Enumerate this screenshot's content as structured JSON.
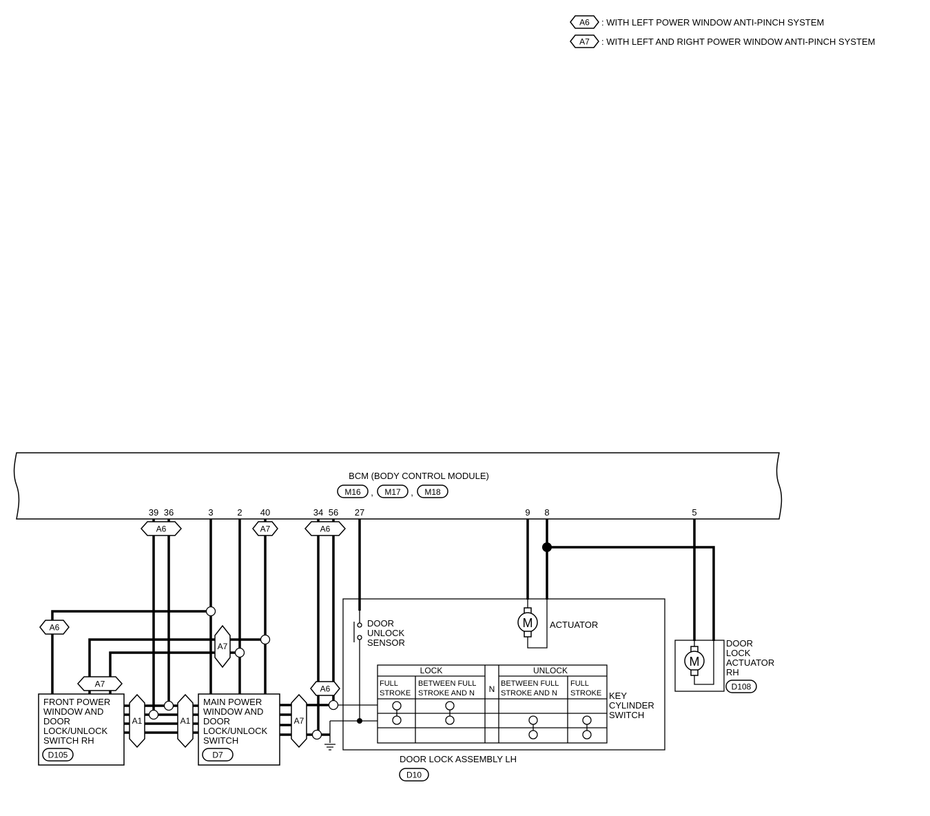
{
  "legend": [
    {
      "code": "A6",
      "text": ": WITH LEFT POWER WINDOW ANTI-PINCH SYSTEM"
    },
    {
      "code": "A7",
      "text": ": WITH LEFT AND RIGHT POWER WINDOW ANTI-PINCH SYSTEM"
    }
  ],
  "bcm": {
    "title": "BCM (BODY CONTROL MODULE)",
    "connectors": [
      "M16",
      "M17",
      "M18"
    ],
    "separator": ","
  },
  "pins": {
    "p39": "39",
    "p36": "36",
    "p3": "3",
    "p2": "2",
    "p40": "40",
    "p34": "34",
    "p56": "56",
    "p27": "27",
    "p9": "9",
    "p8": "8",
    "p5": "5"
  },
  "options": {
    "a6": "A6",
    "a7": "A7",
    "a1": "A1"
  },
  "front_switch": {
    "lines": [
      "FRONT POWER",
      "WINDOW AND",
      "DOOR",
      "LOCK/UNLOCK",
      "SWITCH RH"
    ],
    "connector": "D105"
  },
  "main_switch": {
    "lines": [
      "MAIN POWER",
      "WINDOW AND",
      "DOOR",
      "LOCK/UNLOCK",
      "SWITCH"
    ],
    "connector": "D7"
  },
  "door_lock_assembly": {
    "label": "DOOR LOCK ASSEMBLY LH",
    "connector": "D10"
  },
  "door_unlock_sensor": {
    "lines": [
      "DOOR",
      "UNLOCK",
      "SENSOR"
    ]
  },
  "actuator": {
    "label": "ACTUATOR",
    "symbol": "M"
  },
  "key_cylinder": {
    "lines": [
      "KEY",
      "CYLINDER",
      "SWITCH"
    ],
    "lock": "LOCK",
    "unlock": "UNLOCK",
    "neutral": "N",
    "full_stroke": [
      "FULL",
      "STROKE"
    ],
    "between_full": [
      "BETWEEN FULL",
      "STROKE AND N"
    ]
  },
  "door_lock_actuator_rh": {
    "lines": [
      "DOOR",
      "LOCK",
      "ACTUATOR",
      "RH"
    ],
    "connector": "D108",
    "symbol": "M"
  }
}
